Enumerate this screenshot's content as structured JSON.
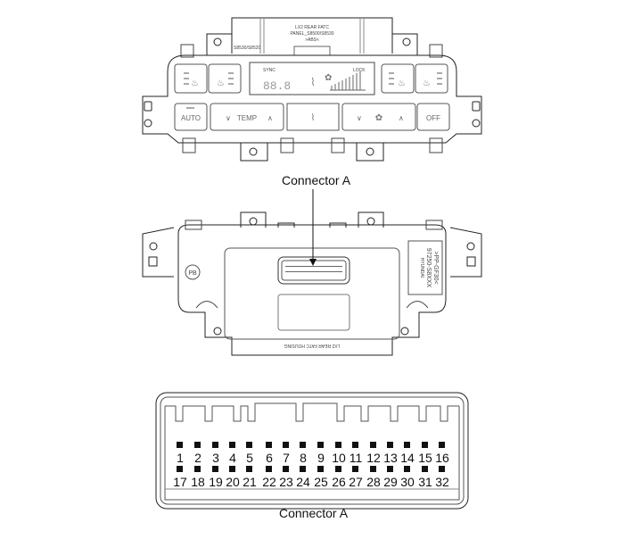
{
  "front_panel": {
    "label_top_line1": "LX2 REAR FATC",
    "label_top_line2": "PANEL_S8500/S8530",
    "label_top_line3": ">ABS<",
    "label_side": "S8530/S8520",
    "display": {
      "sync": "SYNC",
      "lock": "LOCK",
      "temp_digits": "88.8"
    },
    "buttons": {
      "auto": "AUTO",
      "temp": "TEMP",
      "off": "OFF",
      "down": "∨",
      "up": "∧"
    }
  },
  "rear_housing": {
    "callout_label": "Connector A",
    "pb_mark": "PB",
    "part_label_line1": "HYUNDAI",
    "part_label_line2": "97250-S8XXX",
    "part_label_line3": ">PP-GF30<",
    "bottom_label": "LX2 REAR FATC HOUSING"
  },
  "connector": {
    "caption": "Connector A",
    "row1": [
      "1",
      "2",
      "3",
      "4",
      "5",
      "6",
      "7",
      "8",
      "9",
      "10",
      "11",
      "12",
      "13",
      "14",
      "15",
      "16"
    ],
    "row2": [
      "17",
      "18",
      "19",
      "20",
      "21",
      "22",
      "23",
      "24",
      "25",
      "26",
      "27",
      "28",
      "29",
      "30",
      "31",
      "32"
    ]
  }
}
